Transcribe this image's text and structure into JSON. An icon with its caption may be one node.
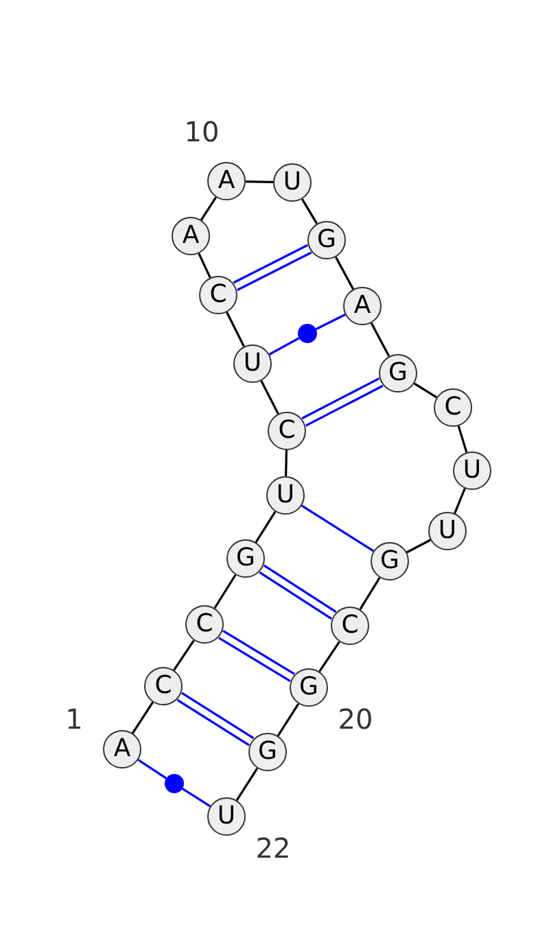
{
  "diagram": {
    "nodes": [
      {
        "text": [
          "A"
        ]
      },
      {
        "text": [
          "C"
        ]
      },
      {
        "text": [
          "C"
        ]
      },
      {
        "text": [
          "G"
        ]
      },
      {
        "text": [
          "U"
        ]
      },
      {
        "text": [
          "C"
        ]
      },
      {
        "text": [
          "U"
        ]
      },
      {
        "text": [
          "C"
        ]
      },
      {
        "text": [
          "A"
        ]
      },
      {
        "text": [
          "A"
        ]
      },
      {
        "text": [
          "U"
        ]
      },
      {
        "text": [
          "G"
        ]
      },
      {
        "text": [
          "A"
        ]
      },
      {
        "text": [
          "G"
        ]
      },
      {
        "text": [
          "C"
        ]
      },
      {
        "text": [
          "U"
        ]
      },
      {
        "text": [
          "U"
        ]
      },
      {
        "text": [
          "G"
        ]
      },
      {
        "text": [
          "C"
        ]
      },
      {
        "text": [
          "G"
        ]
      },
      {
        "text": [
          "G"
        ]
      },
      {
        "text": [
          "U"
        ]
      },
      {
        "text": [],
        "shape": "circle"
      },
      {
        "text": [],
        "shape": "circle"
      }
    ],
    "edges": [
      {
        "from": 0,
        "to": 1,
        "arrow": "none"
      },
      {
        "from": 1,
        "to": 2,
        "arrow": "none"
      },
      {
        "from": 2,
        "to": 3,
        "arrow": "none"
      },
      {
        "from": 3,
        "to": 4,
        "arrow": "none"
      },
      {
        "from": 4,
        "to": 5,
        "arrow": "none"
      },
      {
        "from": 5,
        "to": 6,
        "arrow": "none"
      },
      {
        "from": 6,
        "to": 7,
        "arrow": "none"
      },
      {
        "from": 7,
        "to": 8,
        "arrow": "none"
      },
      {
        "from": 8,
        "to": 9,
        "arrow": "none"
      },
      {
        "from": 9,
        "to": 10,
        "arrow": "none"
      },
      {
        "from": 10,
        "to": 11,
        "arrow": "none"
      },
      {
        "from": 11,
        "to": 12,
        "arrow": "none"
      },
      {
        "from": 12,
        "to": 13,
        "arrow": "none"
      },
      {
        "from": 13,
        "to": 14,
        "arrow": "none"
      },
      {
        "from": 14,
        "to": 15,
        "arrow": "none"
      },
      {
        "from": 15,
        "to": 16,
        "arrow": "none"
      },
      {
        "from": 16,
        "to": 17,
        "arrow": "none"
      },
      {
        "from": 17,
        "to": 18,
        "arrow": "none"
      },
      {
        "from": 18,
        "to": 19,
        "arrow": "none"
      },
      {
        "from": 19,
        "to": 20,
        "arrow": "none"
      },
      {
        "from": 20,
        "to": 21,
        "arrow": "none"
      },
      {
        "from": 0,
        "to": 22,
        "arrow": "none",
        "color": "#0000ff"
      },
      {
        "from": 22,
        "to": 21,
        "arrow": "none",
        "color": "#0000ff"
      },
      {
        "from": 1,
        "to": 20,
        "arrow": "none",
        "color": "#0000ff"
      },
      {
        "from": 1,
        "to": 20,
        "arrow": "none",
        "color": "#0000ff"
      },
      {
        "from": 2,
        "to": 19,
        "arrow": "none",
        "color": "#0000ff"
      },
      {
        "from": 2,
        "to": 19,
        "arrow": "none",
        "color": "#0000ff"
      },
      {
        "from": 3,
        "to": 18,
        "arrow": "none",
        "color": "#0000ff"
      },
      {
        "from": 3,
        "to": 18,
        "arrow": "none",
        "color": "#0000ff"
      },
      {
        "from": 4,
        "to": 17,
        "arrow": "none",
        "color": "#0000ff"
      },
      {
        "from": 5,
        "to": 13,
        "arrow": "none",
        "color": "#0000ff"
      },
      {
        "from": 5,
        "to": 13,
        "arrow": "none",
        "color": "#0000ff"
      },
      {
        "from": 6,
        "to": 23,
        "arrow": "none",
        "color": "#0000ff"
      },
      {
        "from": 23,
        "to": 12,
        "arrow": "none",
        "color": "#0000ff"
      },
      {
        "from": 7,
        "to": 11,
        "arrow": "none",
        "color": "#0000ff"
      },
      {
        "from": 7,
        "to": 11,
        "arrow": "none",
        "color": "#0000ff"
      }
    ],
    "labels": [
      "10",
      "1",
      "20",
      "22"
    ]
  }
}
